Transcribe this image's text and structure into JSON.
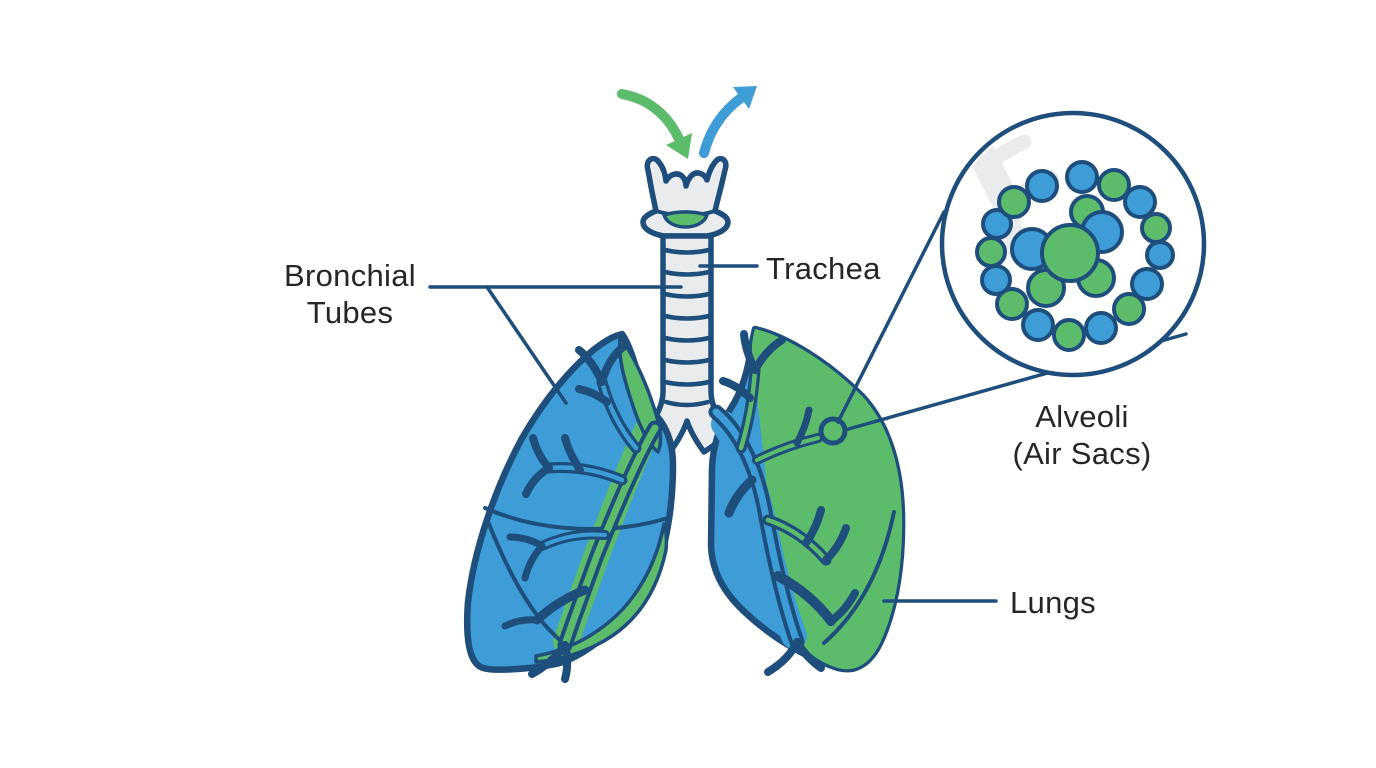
{
  "figure": {
    "title_implicit": "Respiratory system diagram"
  },
  "palette": {
    "blue": "#3e9cd6",
    "green": "#5dbc6c",
    "outline": "#1d4e7c",
    "duct": "#e9ebed",
    "label": "#262626",
    "leader": "#1d4e7c",
    "bg": "#ffffff"
  },
  "labels": {
    "bronchial_tubes": {
      "line1": "Bronchial",
      "line2": "Tubes"
    },
    "trachea": {
      "text": "Trachea"
    },
    "alveoli": {
      "line1": "Alveoli",
      "line2": "(Air Sacs)"
    },
    "lungs": {
      "text": "Lungs"
    }
  },
  "icons": {
    "inhale_arrow": "green-curved-arrow-inward",
    "exhale_arrow": "blue-curved-arrow-outward",
    "alveoli_marker": "small-circle-ring-on-right-lung",
    "inset": "magnified-alveoli-cluster-circle"
  }
}
